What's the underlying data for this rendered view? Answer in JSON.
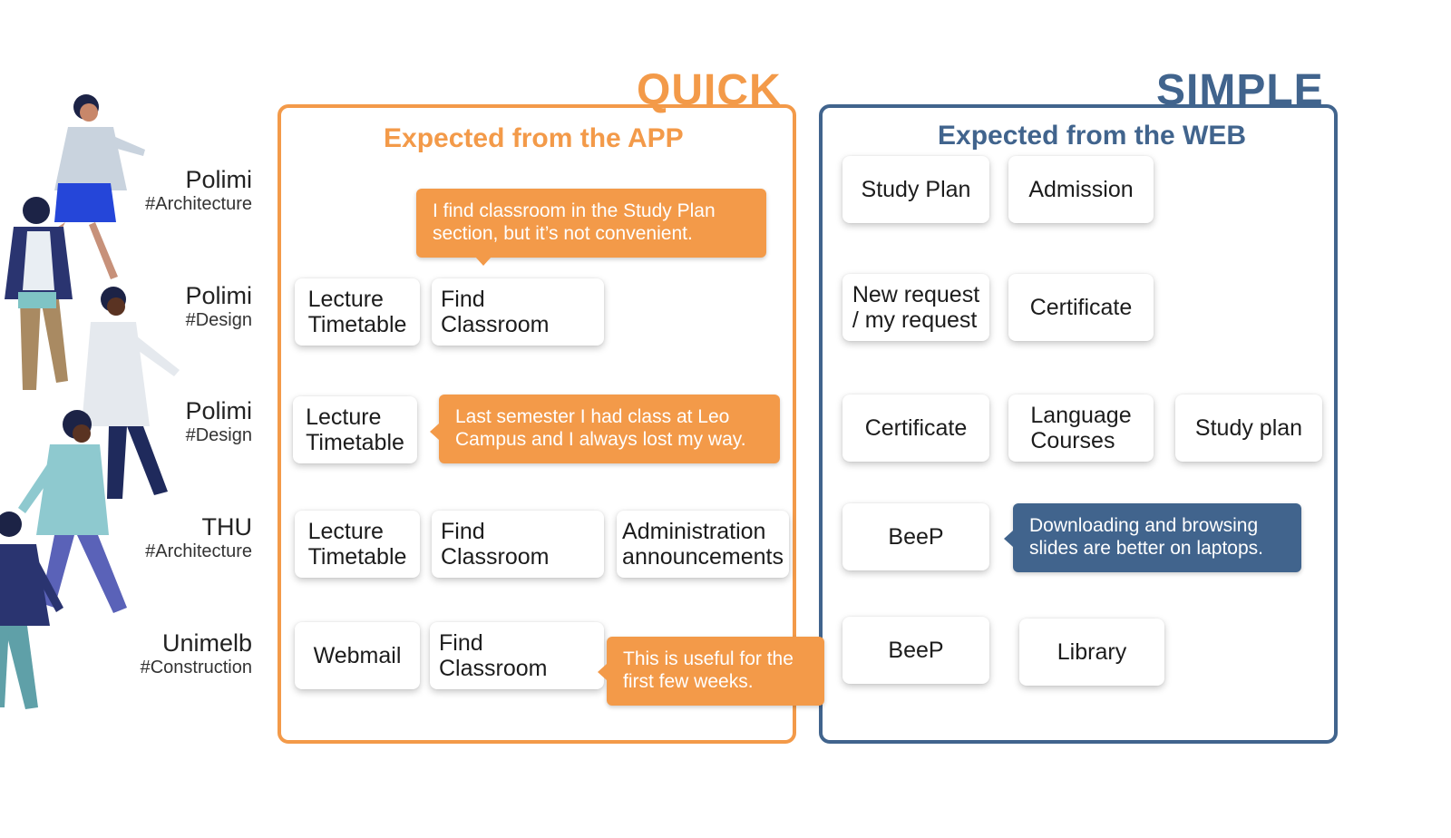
{
  "headings": {
    "quick": "QUICK",
    "simple": "SIMPLE"
  },
  "users": [
    {
      "uni": "Polimi",
      "major": "#Architecture"
    },
    {
      "uni": "Polimi",
      "major": "#Design"
    },
    {
      "uni": "Polimi",
      "major": "#Design"
    },
    {
      "uni": "THU",
      "major": "#Architecture"
    },
    {
      "uni": "Unimelb",
      "major": "#Construction"
    }
  ],
  "app": {
    "title": "Expected from the APP",
    "rows": [
      {
        "cards": [],
        "bubble": "I find classroom in the Study Plan\nsection, but it’s not convenient."
      },
      {
        "cards": [
          "Lecture\nTimetable",
          "Find Classroom"
        ]
      },
      {
        "cards": [
          "Lecture\nTimetable"
        ],
        "bubble": "Last semester I had class at Leo\nCampus and I always lost my way."
      },
      {
        "cards": [
          "Lecture\nTimetable",
          "Find Classroom",
          "Administration\nannouncements"
        ]
      },
      {
        "cards": [
          "Webmail",
          "Find Classroom"
        ],
        "bubble": "This is useful for the\nfirst few weeks."
      }
    ]
  },
  "web": {
    "title": "Expected from the WEB",
    "rows": [
      {
        "cards": [
          "Study Plan",
          "Admission"
        ]
      },
      {
        "cards": [
          "New request\n/ my request",
          "Certificate"
        ]
      },
      {
        "cards": [
          "Certificate",
          "Language\nCourses",
          "Study plan"
        ]
      },
      {
        "cards": [
          "BeeP"
        ],
        "bubble": "Downloading and browsing\nslides are better on laptops."
      },
      {
        "cards": [
          "BeeP",
          "Library"
        ]
      }
    ]
  },
  "colors": {
    "app": "#f39a49",
    "web": "#41648d"
  }
}
